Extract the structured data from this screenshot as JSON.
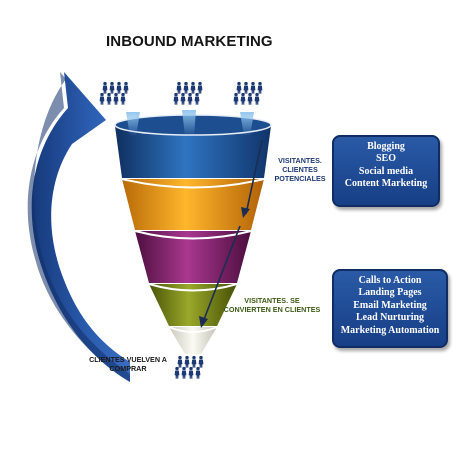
{
  "title": "INBOUND MARKETING",
  "labels": {
    "visitors_potential": "VISITANTES.\nCLIENTES\nPOTENCIALES",
    "visitors_become_clients": "VISITANTES. SE\nCONVIERTEN EN CLIENTES",
    "clients_return": "CLIENTES VUELVEN A\nCOMPRAR"
  },
  "top_box": {
    "items": [
      "Blogging",
      "SEO",
      "Social media",
      "Content Marketing"
    ]
  },
  "bottom_box": {
    "items": [
      "Calls to Action",
      "Landing Pages",
      "Email Marketing",
      "Lead Nurturing",
      "Marketing Automation"
    ]
  },
  "colors": {
    "funnel_top": "#1c4f8f",
    "funnel_orange": "#f0a020",
    "funnel_purple": "#8a2a78",
    "funnel_olive": "#7e8c1c",
    "funnel_tip": "#e8e8e0",
    "return_arrow": "#2350a0",
    "box_fill": "#1f4e9a"
  },
  "icons": [
    "people-group-icon",
    "down-arrow-icon",
    "return-arrow-icon"
  ]
}
